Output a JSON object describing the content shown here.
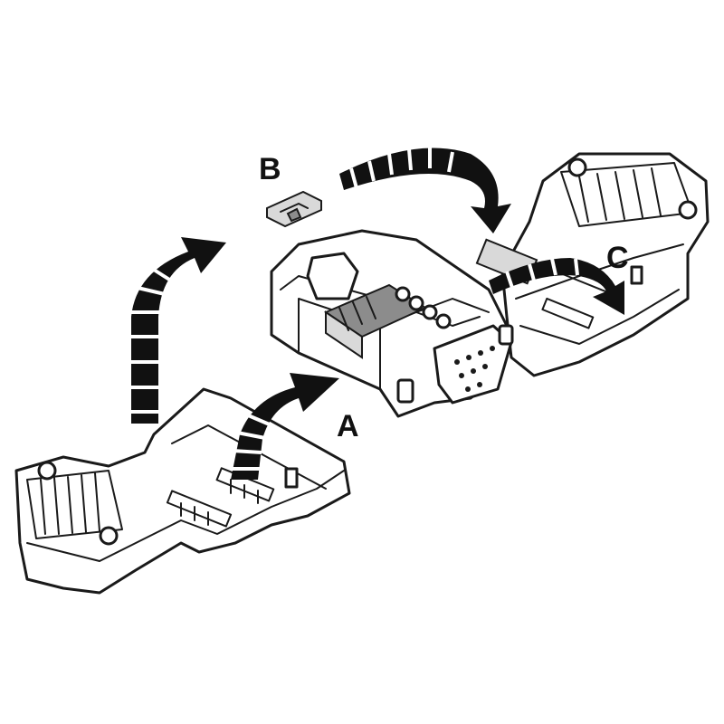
{
  "labels": {
    "a": "A",
    "b": "B",
    "c": "C"
  },
  "colors": {
    "line": "#1a1a1a",
    "arrow": "#111111",
    "fill": "#ffffff",
    "shade": "#8c8c8c"
  }
}
